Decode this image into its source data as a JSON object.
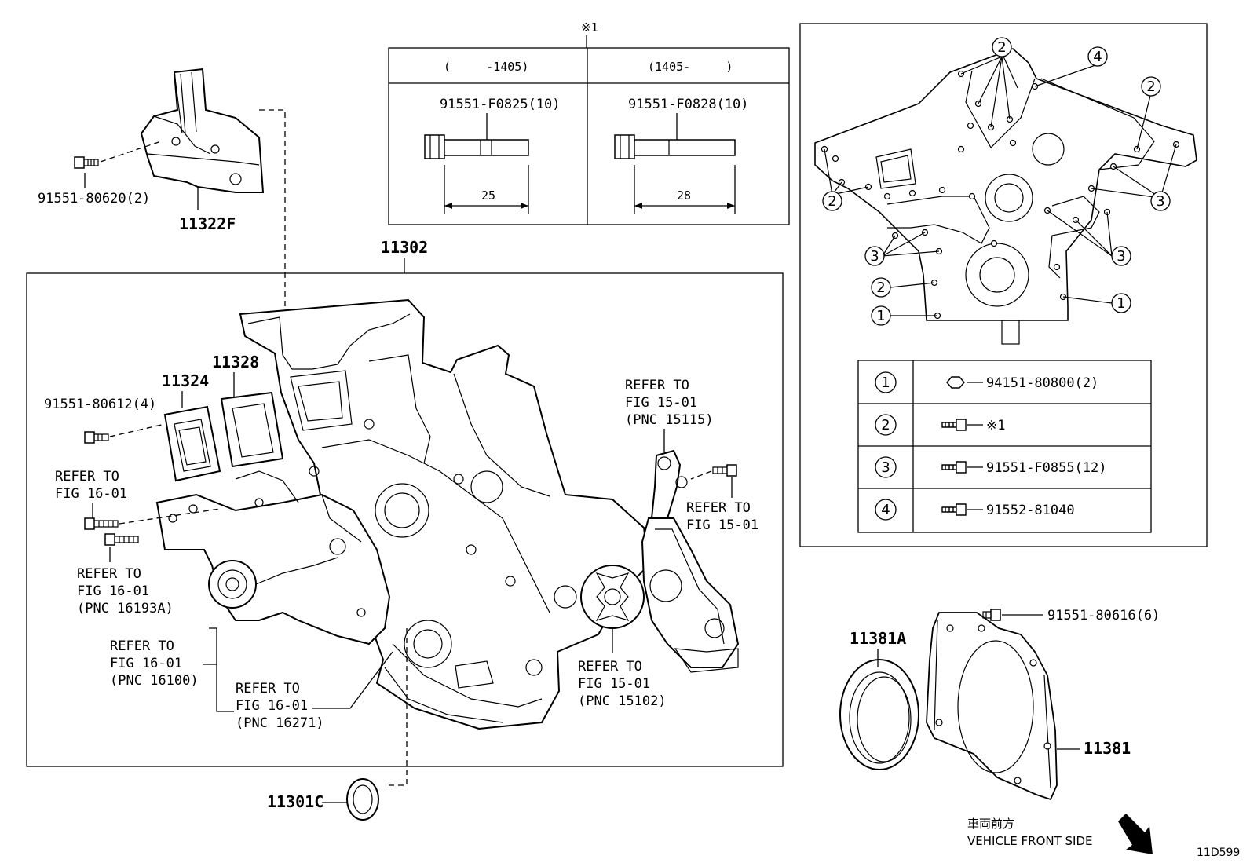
{
  "labels": {
    "p11322F": "11322F",
    "b9155180620": "91551-80620(2)",
    "p11302": "11302",
    "p11324": "11324",
    "p11328": "11328",
    "b9155180612": "91551-80612(4)",
    "ref1601a_1": "REFER TO",
    "ref1601a_2": "FIG 16-01",
    "ref1601b_1": "REFER TO",
    "ref1601b_2": "FIG 16-01",
    "ref1601b_3": "(PNC 16193A)",
    "ref1601c_1": "REFER TO",
    "ref1601c_2": "FIG 16-01",
    "ref1601c_3": "(PNC 16100)",
    "ref1601d_1": "REFER TO",
    "ref1601d_2": "FIG 16-01",
    "ref1601d_3": "(PNC 16271)",
    "ref1501a_1": "REFER TO",
    "ref1501a_2": "FIG 15-01",
    "ref1501a_3": "(PNC 15115)",
    "ref1501b_1": "REFER TO",
    "ref1501b_2": "FIG 15-01",
    "ref1501c_1": "REFER TO",
    "ref1501c_2": "FIG 15-01",
    "ref1501c_3": "(PNC 15102)",
    "p11301C": "11301C",
    "p11381A": "11381A",
    "p11381": "11381",
    "b9155180616": "91551-80616(6)",
    "front_jp": "車両前方",
    "front_en": "VEHICLE FRONT SIDE",
    "fig_code": "11D599"
  },
  "bolt_table": {
    "note_mark": "※1",
    "col1_header": "(     -1405)",
    "col2_header": "(1405-     )",
    "col1_part": "91551-F0825(10)",
    "col2_part": "91551-F0828(10)",
    "col1_len": "25",
    "col2_len": "28"
  },
  "legend": {
    "rows": [
      {
        "num": "1",
        "part": "94151-80800(2)"
      },
      {
        "num": "2",
        "part": "※1"
      },
      {
        "num": "3",
        "part": "91551-F0855(12)"
      },
      {
        "num": "4",
        "part": "91552-81040"
      }
    ],
    "callouts": [
      "2",
      "4",
      "2",
      "2",
      "3",
      "3",
      "3",
      "2",
      "1",
      "1"
    ]
  }
}
